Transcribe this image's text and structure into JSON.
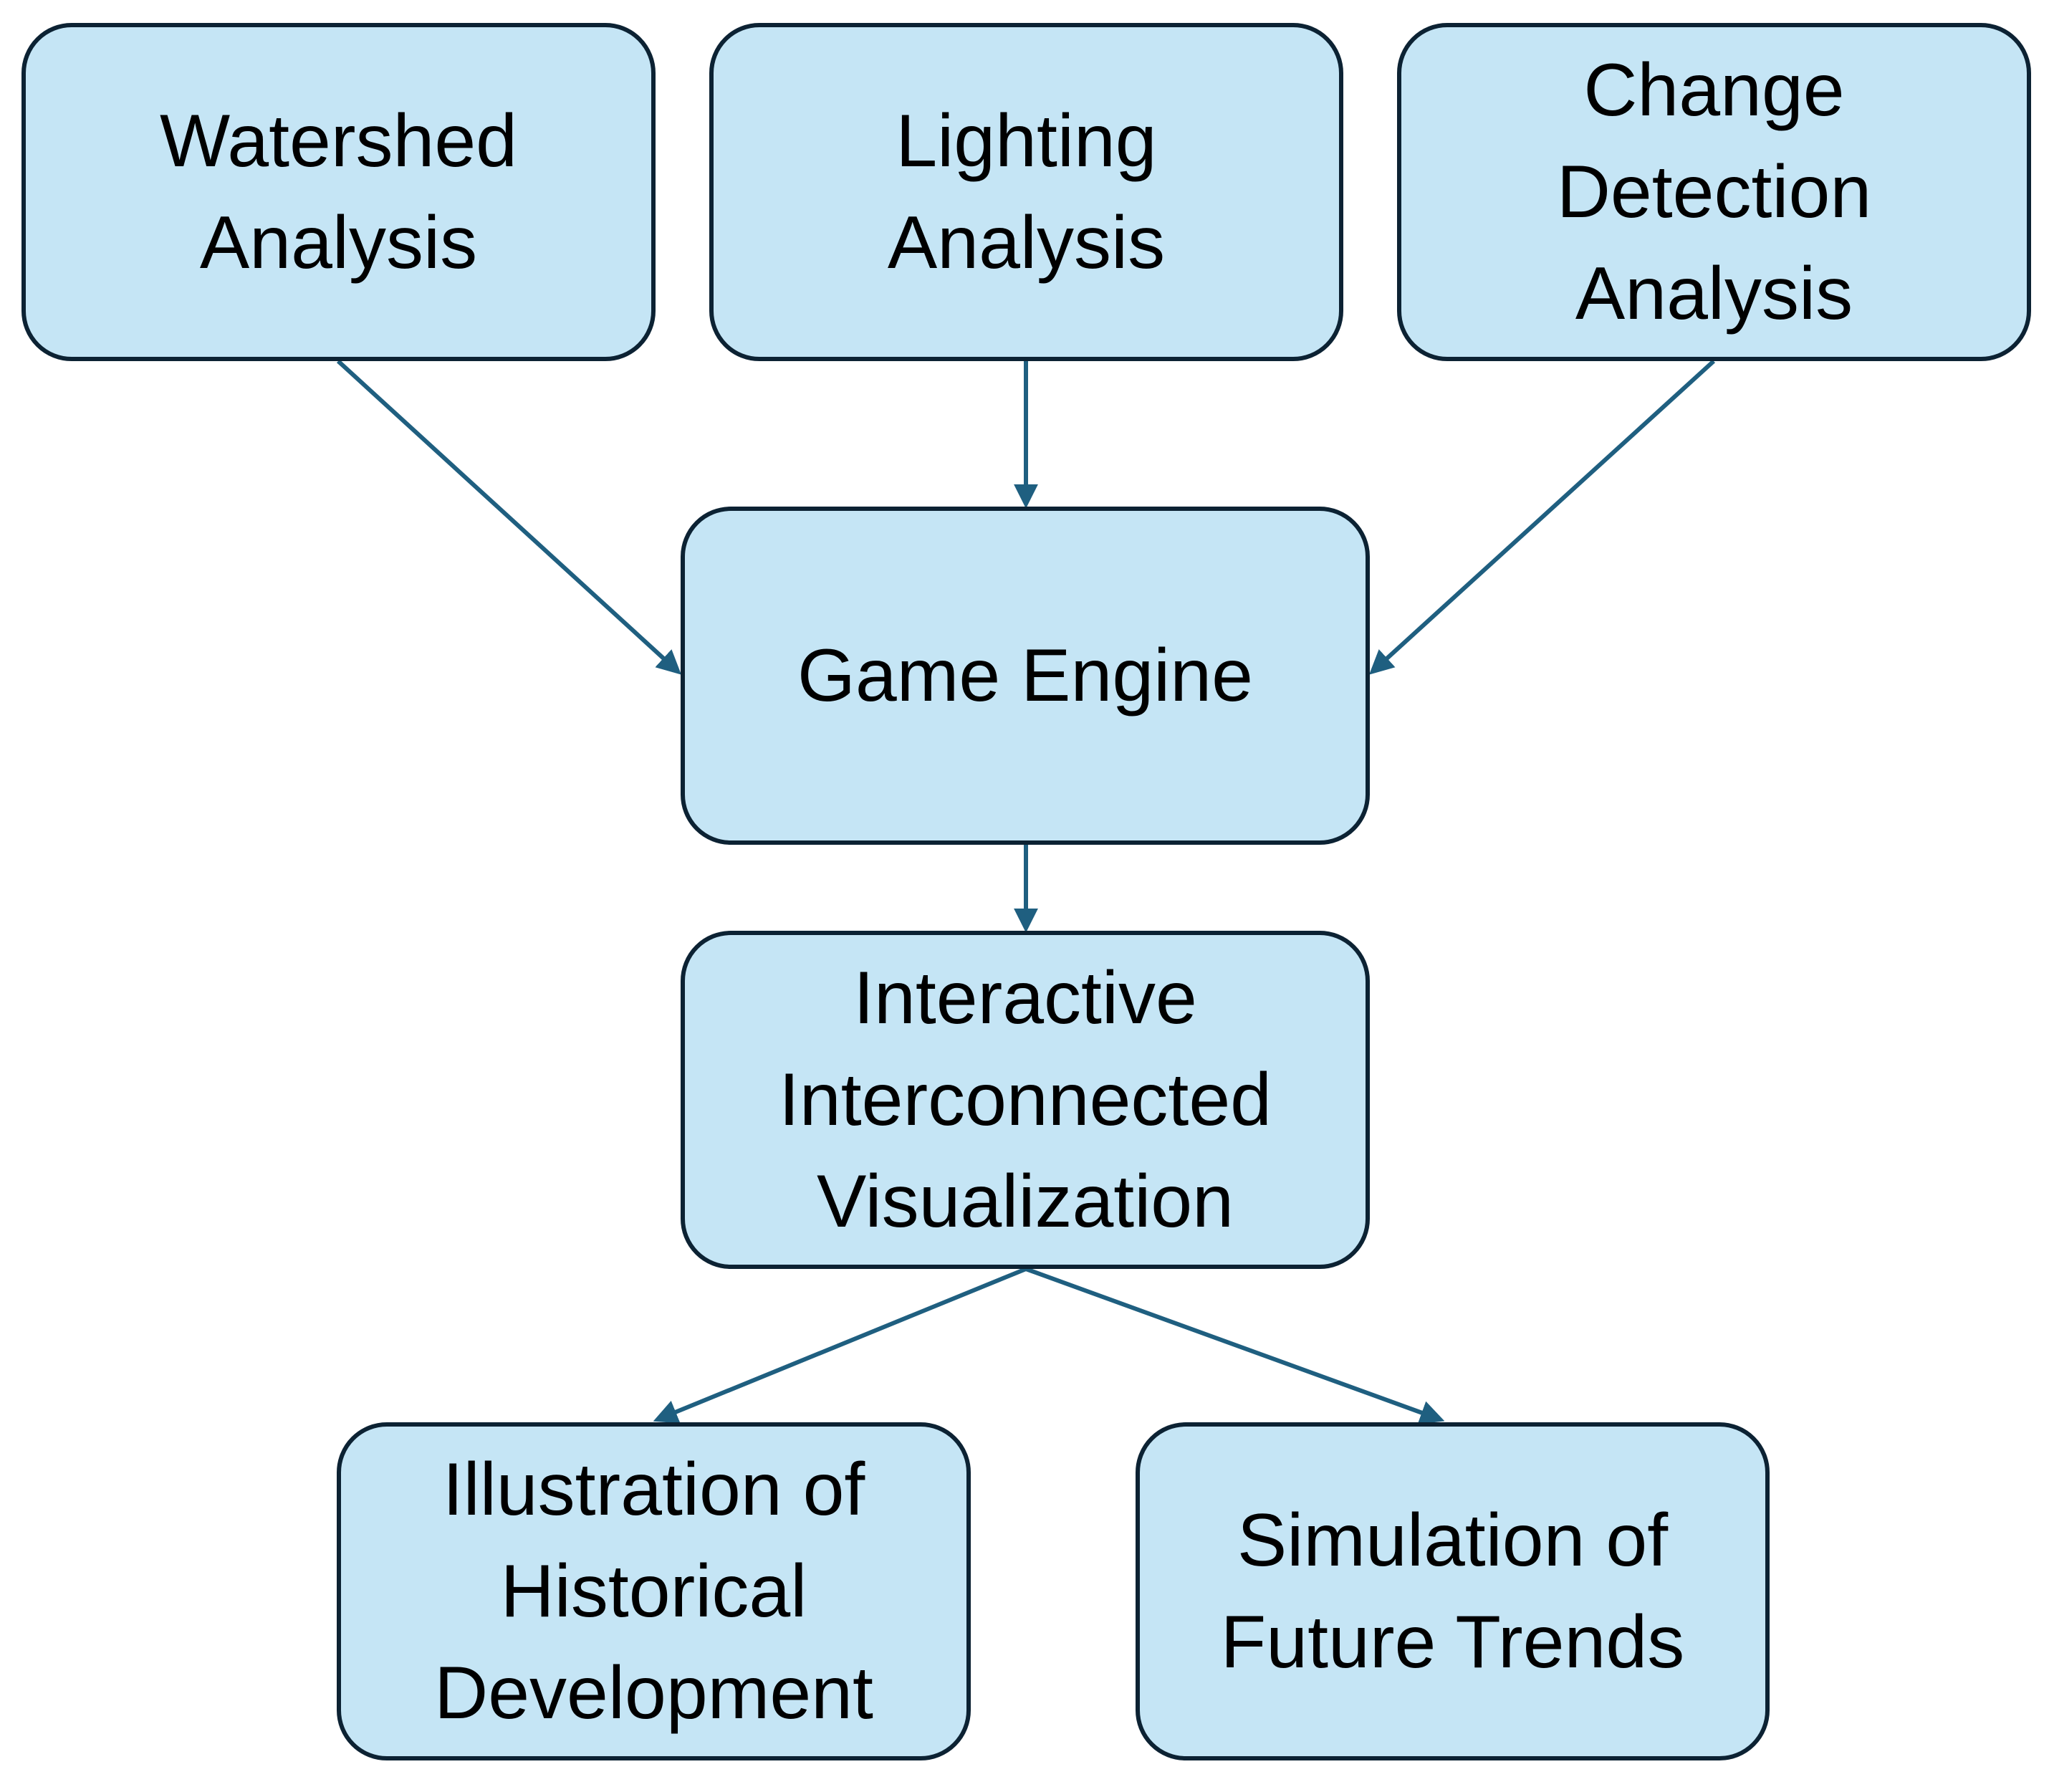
{
  "diagram": {
    "colors": {
      "node_fill": "#c5e5f5",
      "node_border": "#0c2233",
      "connector": "#1f5f80"
    },
    "nodes": {
      "watershed": "Watershed\nAnalysis",
      "lighting": "Lighting\nAnalysis",
      "change": "Change\nDetection\nAnalysis",
      "game": "Game Engine",
      "interact": "Interactive\nInterconnected\nVisualization",
      "illus": "Illustration of\nHistorical\nDevelopment",
      "sim": "Simulation of\nFuture Trends"
    },
    "edges": [
      {
        "from": "watershed",
        "to": "game"
      },
      {
        "from": "lighting",
        "to": "game"
      },
      {
        "from": "change",
        "to": "game"
      },
      {
        "from": "game",
        "to": "interact"
      },
      {
        "from": "interact",
        "to": "illus"
      },
      {
        "from": "interact",
        "to": "sim"
      }
    ]
  }
}
